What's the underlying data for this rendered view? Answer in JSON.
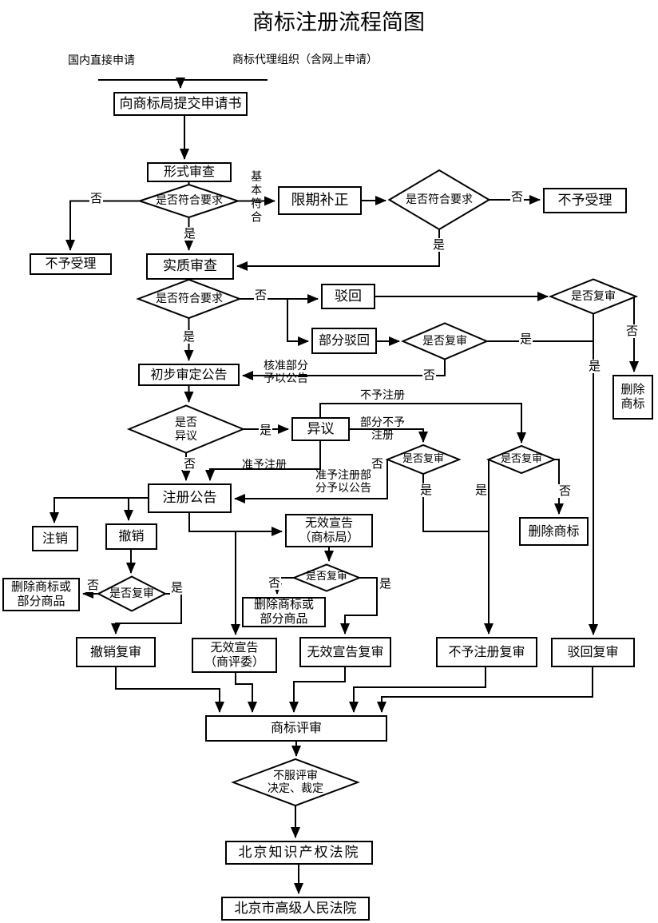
{
  "title": "商标注册流程简图",
  "sources": {
    "domestic": "国内直接申请",
    "agency": "商标代理组织（含网上申请）"
  },
  "nodes": {
    "submit": "向商标局提交申请书",
    "formal_exam": "形式审查",
    "not_accepted_left": "不予受理",
    "correction": "限期补正",
    "not_accepted_right": "不予受理",
    "substantive_exam": "实质审查",
    "rejection": "驳回",
    "partial_rejection": "部分驳回",
    "preliminary_announcement": "初步审定公告",
    "opposition": "异议",
    "delete_trademark_1": [
      "删除",
      "商标"
    ],
    "registration_announcement": "注册公告",
    "cancellation": "注销",
    "revocation": "撤销",
    "invalidation_tmo": [
      "无效宣告",
      "（商标局）"
    ],
    "delete_trademark_2": "删除商标",
    "delete_partial_1": [
      "删除商标或",
      "部分商品"
    ],
    "delete_partial_2": [
      "删除商标或",
      "部分商品"
    ],
    "revocation_review": "撤销复审",
    "invalidation_treb": [
      "无效宣告",
      "（商评委）"
    ],
    "invalidation_review": "无效宣告复审",
    "nonregistration_review": "不予注册复审",
    "rejection_review": "驳回复审",
    "trademark_review": "商标评审",
    "ip_court": "北京知识产权法院",
    "high_court": "北京市高级人民法院"
  },
  "decisions": {
    "formal_check": "是否符合要求",
    "correction_check": "是否符合要求",
    "substantive_check": "是否符合要求",
    "rejection_review_check": "是否复审",
    "partial_rejection_review_check": "是否复审",
    "opposition_check": [
      "是否",
      "异议"
    ],
    "nonreg_review_check": "是否复审",
    "partial_nonreg_review_check": "是否复审",
    "revocation_review_check": "是否复审",
    "invalidation_review_check": "是否复审",
    "court_appeal_check": [
      "不服评审",
      "决定、裁定"
    ]
  },
  "edge_labels": {
    "yes": "是",
    "no": "否",
    "basically_conform": "基本符合",
    "approve_partial": [
      "核准部分",
      "予以公告"
    ],
    "nonregistration": "不予注册",
    "partial_nonregistration": [
      "部分不予",
      "注册"
    ],
    "approve_registration": "准予注册",
    "approve_reg_partial": [
      "准予注册部",
      "分予以公告"
    ]
  }
}
